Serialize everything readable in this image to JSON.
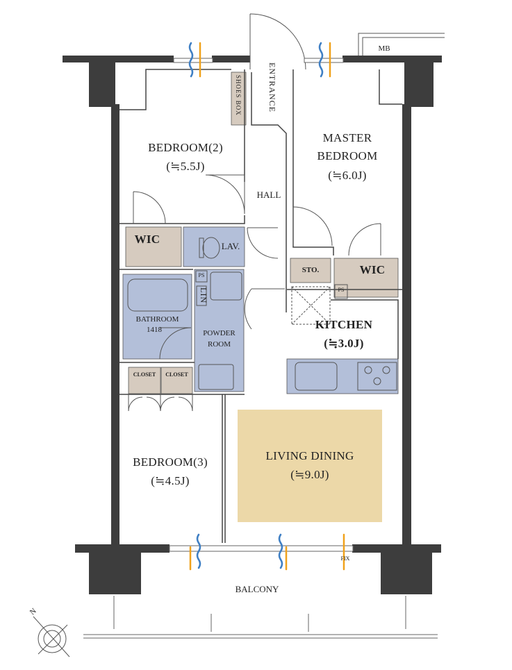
{
  "rooms": {
    "bedroom2": {
      "name": "BEDROOM(2)",
      "size": "(≒5.5J)"
    },
    "master_bedroom": {
      "name_line1": "MASTER",
      "name_line2": "BEDROOM",
      "size": "(≒6.0J)"
    },
    "bedroom3": {
      "name": "BEDROOM(3)",
      "size": "(≒4.5J)"
    },
    "living_dining": {
      "name": "LIVING DINING",
      "size": "(≒9.0J)"
    },
    "kitchen": {
      "name": "KITCHEN",
      "size": "(≒3.0J)"
    },
    "bathroom": {
      "name": "BATHROOM",
      "spec": "1418"
    },
    "powder_room": {
      "name_line1": "POWDER",
      "name_line2": "ROOM"
    }
  },
  "labels": {
    "entrance": "ENTRANCE",
    "shoes_box": "SHOES BOX",
    "hall": "HALL",
    "wic_left": "WIC",
    "wic_right": "WIC",
    "lav": "LAV.",
    "sto": "STO.",
    "ps_left": "PS",
    "ps_right": "PS",
    "lin": "LIN",
    "closet_left": "CLOSET",
    "closet_right": "CLOSET",
    "mb": "MB",
    "fix": "FIX",
    "balcony": "BALCONY",
    "compass_n": "N"
  },
  "colors": {
    "wall": "#3d3d3d",
    "wet_area": "#b3bfd9",
    "storage": "#d6cbbf",
    "living_highlight": "#ecd8a8",
    "airflow_blue": "#3f7fc4",
    "airflow_orange": "#f0a21c"
  }
}
